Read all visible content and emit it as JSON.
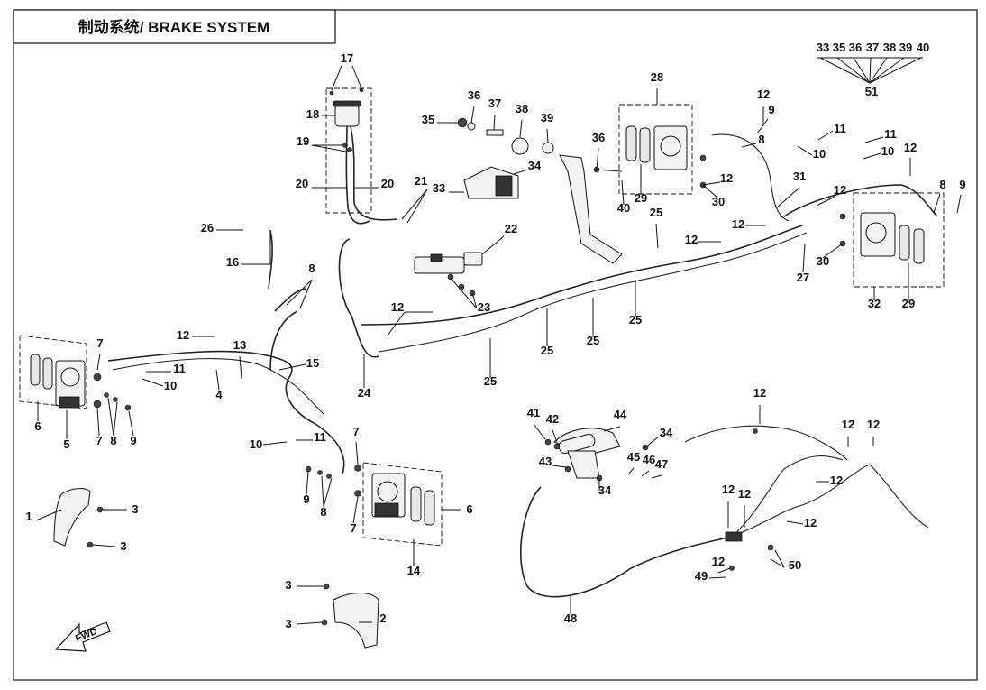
{
  "title": "制动系统/ BRAKE SYSTEM",
  "direction_marker": "FWD",
  "callouts": [
    {
      "id": "c1",
      "text": "1"
    },
    {
      "id": "c2",
      "text": "2"
    },
    {
      "id": "c3a",
      "text": "3"
    },
    {
      "id": "c3b",
      "text": "3"
    },
    {
      "id": "c3c",
      "text": "3"
    },
    {
      "id": "c3d",
      "text": "3"
    },
    {
      "id": "c4",
      "text": "4"
    },
    {
      "id": "c5",
      "text": "5"
    },
    {
      "id": "c6a",
      "text": "6"
    },
    {
      "id": "c6b",
      "text": "6"
    },
    {
      "id": "c7a",
      "text": "7"
    },
    {
      "id": "c7b",
      "text": "7"
    },
    {
      "id": "c7c",
      "text": "7"
    },
    {
      "id": "c7d",
      "text": "7"
    },
    {
      "id": "c8a",
      "text": "8"
    },
    {
      "id": "c8b",
      "text": "8"
    },
    {
      "id": "c8c",
      "text": "8"
    },
    {
      "id": "c8d",
      "text": "8"
    },
    {
      "id": "c8e",
      "text": "8"
    },
    {
      "id": "c9a",
      "text": "9"
    },
    {
      "id": "c9b",
      "text": "9"
    },
    {
      "id": "c9c",
      "text": "9"
    },
    {
      "id": "c9d",
      "text": "9"
    },
    {
      "id": "c10a",
      "text": "10"
    },
    {
      "id": "c10b",
      "text": "10"
    },
    {
      "id": "c10c",
      "text": "10"
    },
    {
      "id": "c10d",
      "text": "10"
    },
    {
      "id": "c11a",
      "text": "11"
    },
    {
      "id": "c11b",
      "text": "11"
    },
    {
      "id": "c11c",
      "text": "11"
    },
    {
      "id": "c11d",
      "text": "11"
    },
    {
      "id": "c12a",
      "text": "12"
    },
    {
      "id": "c12b",
      "text": "12"
    },
    {
      "id": "c12c",
      "text": "12"
    },
    {
      "id": "c12d",
      "text": "12"
    },
    {
      "id": "c12e",
      "text": "12"
    },
    {
      "id": "c12f",
      "text": "12"
    },
    {
      "id": "c12g",
      "text": "12"
    },
    {
      "id": "c12h",
      "text": "12"
    },
    {
      "id": "c12i",
      "text": "12"
    },
    {
      "id": "c12j",
      "text": "12"
    },
    {
      "id": "c12k",
      "text": "12"
    },
    {
      "id": "c12l",
      "text": "12"
    },
    {
      "id": "c12m",
      "text": "12"
    },
    {
      "id": "c12n",
      "text": "12"
    },
    {
      "id": "c12o",
      "text": "12"
    },
    {
      "id": "c12p",
      "text": "12"
    },
    {
      "id": "c13",
      "text": "13"
    },
    {
      "id": "c14",
      "text": "14"
    },
    {
      "id": "c15",
      "text": "15"
    },
    {
      "id": "c16",
      "text": "16"
    },
    {
      "id": "c17",
      "text": "17"
    },
    {
      "id": "c18",
      "text": "18"
    },
    {
      "id": "c19",
      "text": "19"
    },
    {
      "id": "c20a",
      "text": "20"
    },
    {
      "id": "c20b",
      "text": "20"
    },
    {
      "id": "c21",
      "text": "21"
    },
    {
      "id": "c22",
      "text": "22"
    },
    {
      "id": "c23",
      "text": "23"
    },
    {
      "id": "c24",
      "text": "24"
    },
    {
      "id": "c25a",
      "text": "25"
    },
    {
      "id": "c25b",
      "text": "25"
    },
    {
      "id": "c25c",
      "text": "25"
    },
    {
      "id": "c25d",
      "text": "25"
    },
    {
      "id": "c25e",
      "text": "25"
    },
    {
      "id": "c26",
      "text": "26"
    },
    {
      "id": "c27",
      "text": "27"
    },
    {
      "id": "c28",
      "text": "28"
    },
    {
      "id": "c29a",
      "text": "29"
    },
    {
      "id": "c29b",
      "text": "29"
    },
    {
      "id": "c30a",
      "text": "30"
    },
    {
      "id": "c30b",
      "text": "30"
    },
    {
      "id": "c31",
      "text": "31"
    },
    {
      "id": "c32",
      "text": "32"
    },
    {
      "id": "c33a",
      "text": "33"
    },
    {
      "id": "c34a",
      "text": "34"
    },
    {
      "id": "c34b",
      "text": "34"
    },
    {
      "id": "c34c",
      "text": "34"
    },
    {
      "id": "c35a",
      "text": "35"
    },
    {
      "id": "c36a",
      "text": "36"
    },
    {
      "id": "c36b",
      "text": "36"
    },
    {
      "id": "c37a",
      "text": "37"
    },
    {
      "id": "c38a",
      "text": "38"
    },
    {
      "id": "c39a",
      "text": "39"
    },
    {
      "id": "c40a",
      "text": "40"
    },
    {
      "id": "c41",
      "text": "41"
    },
    {
      "id": "c42",
      "text": "42"
    },
    {
      "id": "c43",
      "text": "43"
    },
    {
      "id": "c44",
      "text": "44"
    },
    {
      "id": "c45",
      "text": "45"
    },
    {
      "id": "c46",
      "text": "46"
    },
    {
      "id": "c47",
      "text": "47"
    },
    {
      "id": "c48",
      "text": "48"
    },
    {
      "id": "c49",
      "text": "49"
    },
    {
      "id": "c50",
      "text": "50"
    },
    {
      "id": "c51",
      "text": "51"
    },
    {
      "id": "k33",
      "text": "33"
    },
    {
      "id": "k35",
      "text": "35"
    },
    {
      "id": "k36",
      "text": "36"
    },
    {
      "id": "k37",
      "text": "37"
    },
    {
      "id": "k38",
      "text": "38"
    },
    {
      "id": "k39",
      "text": "39"
    },
    {
      "id": "k40",
      "text": "40"
    }
  ]
}
